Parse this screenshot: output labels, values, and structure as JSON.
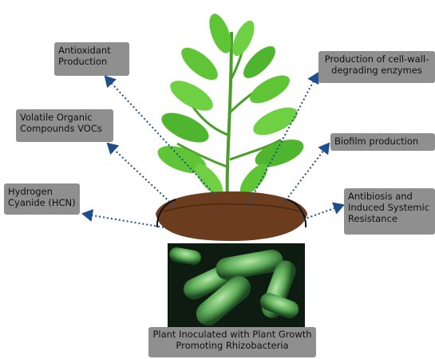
{
  "labels": {
    "antioxidant": [
      "Antioxidant",
      "Production"
    ],
    "voc": [
      "Volatile Organic",
      "Compounds VOCs"
    ],
    "hcn": [
      "Hydrogen",
      "Cyanide (HCN)"
    ],
    "cellwall": [
      "Production of cell-wall-",
      "degrading enzymes"
    ],
    "biofilm": [
      "Biofilm production"
    ],
    "antibiosis": [
      "Antibiosis and",
      "Induced Systemic",
      "Resistance"
    ],
    "caption": [
      "Plant Inoculated with Plant Growth",
      "Promoting Rhizobacteria"
    ]
  },
  "colors": {
    "label_bg": "#8f8f8f",
    "arrow": "#1f4e8c",
    "leaf": "#5fc436",
    "leaf_dark": "#3e9a25",
    "soil": "#6b3c1e",
    "bacteria_bg": "#0d1b10",
    "bacteria": "#5fae5a"
  }
}
